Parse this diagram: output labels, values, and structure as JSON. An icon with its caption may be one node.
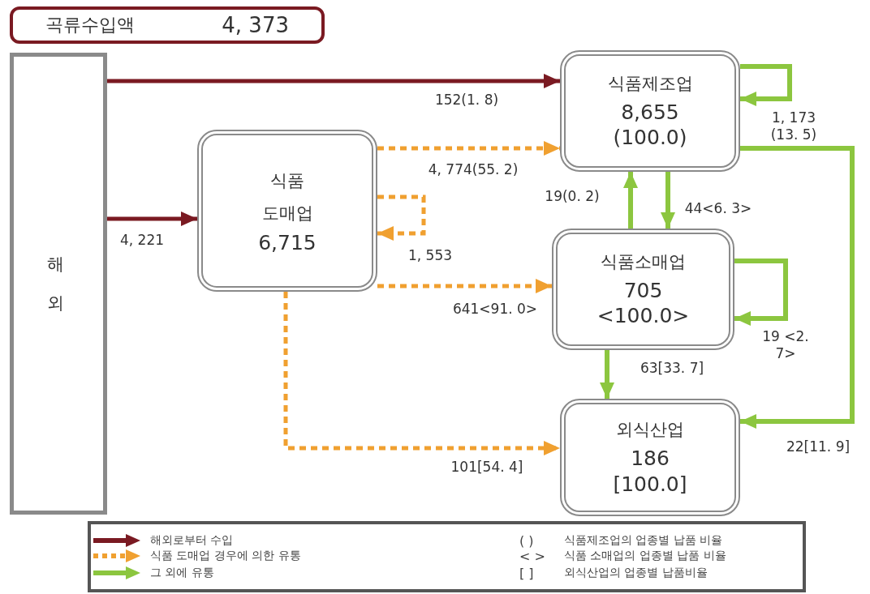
{
  "diagram": {
    "nodes": [
      {
        "text": [
          "곡류수입액",
          "4, 373"
        ]
      },
      {
        "text": [
          "해외"
        ]
      },
      {
        "text": [
          "식품 도매업",
          "6,715"
        ]
      },
      {
        "text": [
          "식품제조업",
          "8,655",
          "(100.0)"
        ]
      },
      {
        "text": [
          "식품소매업",
          "705",
          "<100.0>"
        ]
      },
      {
        "text": [
          "외식산업",
          "186",
          "[100.0]"
        ]
      }
    ],
    "edges": [
      {
        "from": 1,
        "to": 3,
        "arrow": "to",
        "label": "152(1. 8)",
        "color": "#7a1a22"
      },
      {
        "from": 1,
        "to": 2,
        "arrow": "to",
        "label": "4, 221",
        "color": "#7a1a22"
      },
      {
        "from": 2,
        "to": 3,
        "arrow": "to",
        "label": "4, 774(55. 2)",
        "style": "dashed",
        "color": "#f0a030"
      },
      {
        "from": 2,
        "to": 2,
        "arrow": "to",
        "label": "1, 553",
        "style": "dashed",
        "color": "#f0a030"
      },
      {
        "from": 2,
        "to": 4,
        "arrow": "to",
        "label": "641<91. 0>",
        "style": "dashed",
        "color": "#f0a030"
      },
      {
        "from": 2,
        "to": 5,
        "arrow": "to",
        "label": "101[54. 4]",
        "style": "dashed",
        "color": "#f0a030"
      },
      {
        "from": 3,
        "to": 3,
        "arrow": "to",
        "label": "1, 173 (13. 5)"
      },
      {
        "from": 4,
        "to": 3,
        "arrow": "to",
        "label": "19(0. 2)"
      },
      {
        "from": 3,
        "to": 4,
        "arrow": "to",
        "label": "44<6. 3>"
      },
      {
        "from": 4,
        "to": 4,
        "arrow": "to",
        "label": "19 <2. 7>"
      },
      {
        "from": 4,
        "to": 5,
        "arrow": "to",
        "label": "63[33. 7]"
      },
      {
        "from": 3,
        "to": 5,
        "arrow": "to",
        "label": "22[11. 9]"
      }
    ],
    "labels": [
      "( )",
      "식품제조업의 업종별 납품 비율",
      "< >",
      "식품 소매업의 업종별 납품 비율",
      "[ ]",
      "외식산업의 업종별 납품비율"
    ],
    "legend": [
      {
        "text": "해외로부터 수입"
      },
      {
        "text": "식품 도매업 경우에 의한 유통"
      },
      {
        "text": "그 외에 유통"
      }
    ]
  }
}
